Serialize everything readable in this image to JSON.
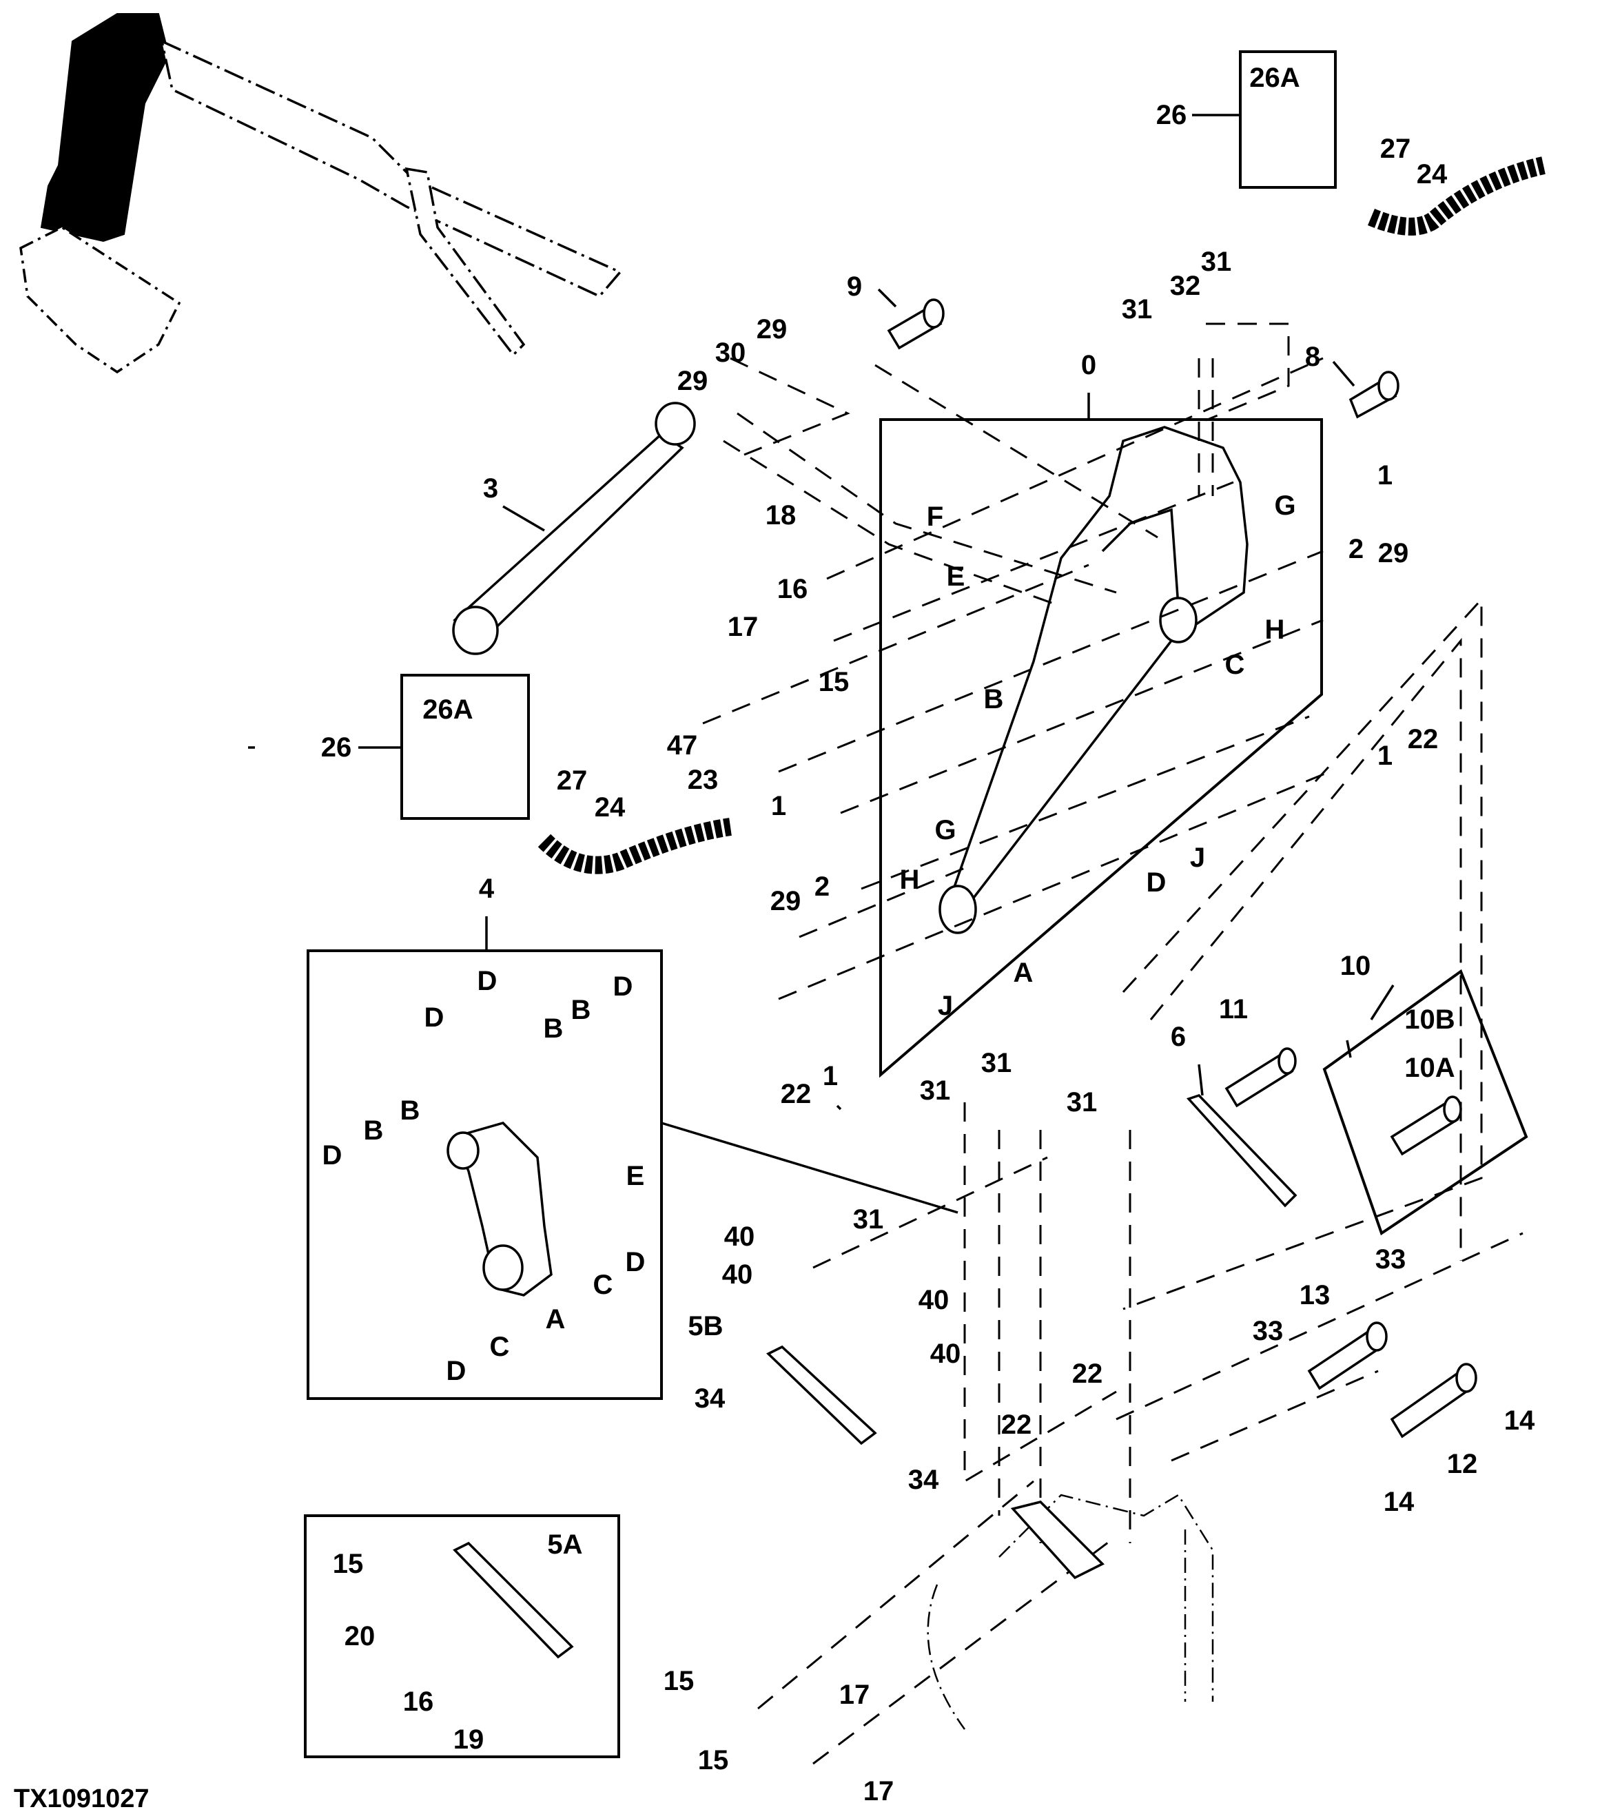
{
  "figure_id": "TX1091027",
  "title": "Excavator boom / arm exploded parts diagram",
  "callouts": [
    {
      "id": "c0",
      "text": "0"
    },
    {
      "id": "c1a",
      "text": "1"
    },
    {
      "id": "c1b",
      "text": "1"
    },
    {
      "id": "c1c",
      "text": "1"
    },
    {
      "id": "c1d",
      "text": "1"
    },
    {
      "id": "c2a",
      "text": "2"
    },
    {
      "id": "c2b",
      "text": "2"
    },
    {
      "id": "c3",
      "text": "3"
    },
    {
      "id": "c4",
      "text": "4"
    },
    {
      "id": "c5A",
      "text": "5A"
    },
    {
      "id": "c5B",
      "text": "5B"
    },
    {
      "id": "c6",
      "text": "6"
    },
    {
      "id": "c8",
      "text": "8"
    },
    {
      "id": "c9",
      "text": "9"
    },
    {
      "id": "c10",
      "text": "10"
    },
    {
      "id": "c10A",
      "text": "10A"
    },
    {
      "id": "c10B",
      "text": "10B"
    },
    {
      "id": "c11",
      "text": "11"
    },
    {
      "id": "c12",
      "text": "12"
    },
    {
      "id": "c13",
      "text": "13"
    },
    {
      "id": "c14a",
      "text": "14"
    },
    {
      "id": "c14b",
      "text": "14"
    },
    {
      "id": "c15a",
      "text": "15"
    },
    {
      "id": "c15b",
      "text": "15"
    },
    {
      "id": "c15c",
      "text": "15"
    },
    {
      "id": "c15d",
      "text": "15"
    },
    {
      "id": "c16a",
      "text": "16"
    },
    {
      "id": "c16b",
      "text": "16"
    },
    {
      "id": "c17a",
      "text": "17"
    },
    {
      "id": "c17b",
      "text": "17"
    },
    {
      "id": "c17c",
      "text": "17"
    },
    {
      "id": "c18",
      "text": "18"
    },
    {
      "id": "c19",
      "text": "19"
    },
    {
      "id": "c20",
      "text": "20"
    },
    {
      "id": "c22a",
      "text": "22"
    },
    {
      "id": "c22b",
      "text": "22"
    },
    {
      "id": "c22c",
      "text": "22"
    },
    {
      "id": "c22d",
      "text": "22"
    },
    {
      "id": "c23",
      "text": "23"
    },
    {
      "id": "c24a",
      "text": "24"
    },
    {
      "id": "c24b",
      "text": "24"
    },
    {
      "id": "c26a",
      "text": "26"
    },
    {
      "id": "c26b",
      "text": "26"
    },
    {
      "id": "c26Aa",
      "text": "26A"
    },
    {
      "id": "c26Ab",
      "text": "26A"
    },
    {
      "id": "c27a",
      "text": "27"
    },
    {
      "id": "c27b",
      "text": "27"
    },
    {
      "id": "c29a",
      "text": "29"
    },
    {
      "id": "c29b",
      "text": "29"
    },
    {
      "id": "c29c",
      "text": "29"
    },
    {
      "id": "c29d",
      "text": "29"
    },
    {
      "id": "c30",
      "text": "30"
    },
    {
      "id": "c31a",
      "text": "31"
    },
    {
      "id": "c31b",
      "text": "31"
    },
    {
      "id": "c31c",
      "text": "31"
    },
    {
      "id": "c31d",
      "text": "31"
    },
    {
      "id": "c31e",
      "text": "31"
    },
    {
      "id": "c31f",
      "text": "31"
    },
    {
      "id": "c32",
      "text": "32"
    },
    {
      "id": "c33a",
      "text": "33"
    },
    {
      "id": "c33b",
      "text": "33"
    },
    {
      "id": "c34a",
      "text": "34"
    },
    {
      "id": "c34b",
      "text": "34"
    },
    {
      "id": "c40a",
      "text": "40"
    },
    {
      "id": "c40b",
      "text": "40"
    },
    {
      "id": "c40c",
      "text": "40"
    },
    {
      "id": "c40d",
      "text": "40"
    },
    {
      "id": "c47",
      "text": "47"
    },
    {
      "id": "mA",
      "text": "A"
    },
    {
      "id": "mB",
      "text": "B"
    },
    {
      "id": "mC",
      "text": "C"
    },
    {
      "id": "mD",
      "text": "D"
    },
    {
      "id": "mE",
      "text": "E"
    },
    {
      "id": "mF",
      "text": "F"
    },
    {
      "id": "mG1",
      "text": "G"
    },
    {
      "id": "mG2",
      "text": "G"
    },
    {
      "id": "mH1",
      "text": "H"
    },
    {
      "id": "mH2",
      "text": "H"
    },
    {
      "id": "mJ1",
      "text": "J"
    },
    {
      "id": "mJ2",
      "text": "J"
    },
    {
      "id": "kA",
      "text": "A"
    },
    {
      "id": "kB1",
      "text": "B"
    },
    {
      "id": "kB2",
      "text": "B"
    },
    {
      "id": "kB3",
      "text": "B"
    },
    {
      "id": "kB4",
      "text": "B"
    },
    {
      "id": "kC1",
      "text": "C"
    },
    {
      "id": "kC2",
      "text": "C"
    },
    {
      "id": "kD1",
      "text": "D"
    },
    {
      "id": "kD2",
      "text": "D"
    },
    {
      "id": "kD3",
      "text": "D"
    },
    {
      "id": "kD4",
      "text": "D"
    },
    {
      "id": "kD5",
      "text": "D"
    },
    {
      "id": "kD6",
      "text": "D"
    },
    {
      "id": "kE",
      "text": "E"
    }
  ]
}
